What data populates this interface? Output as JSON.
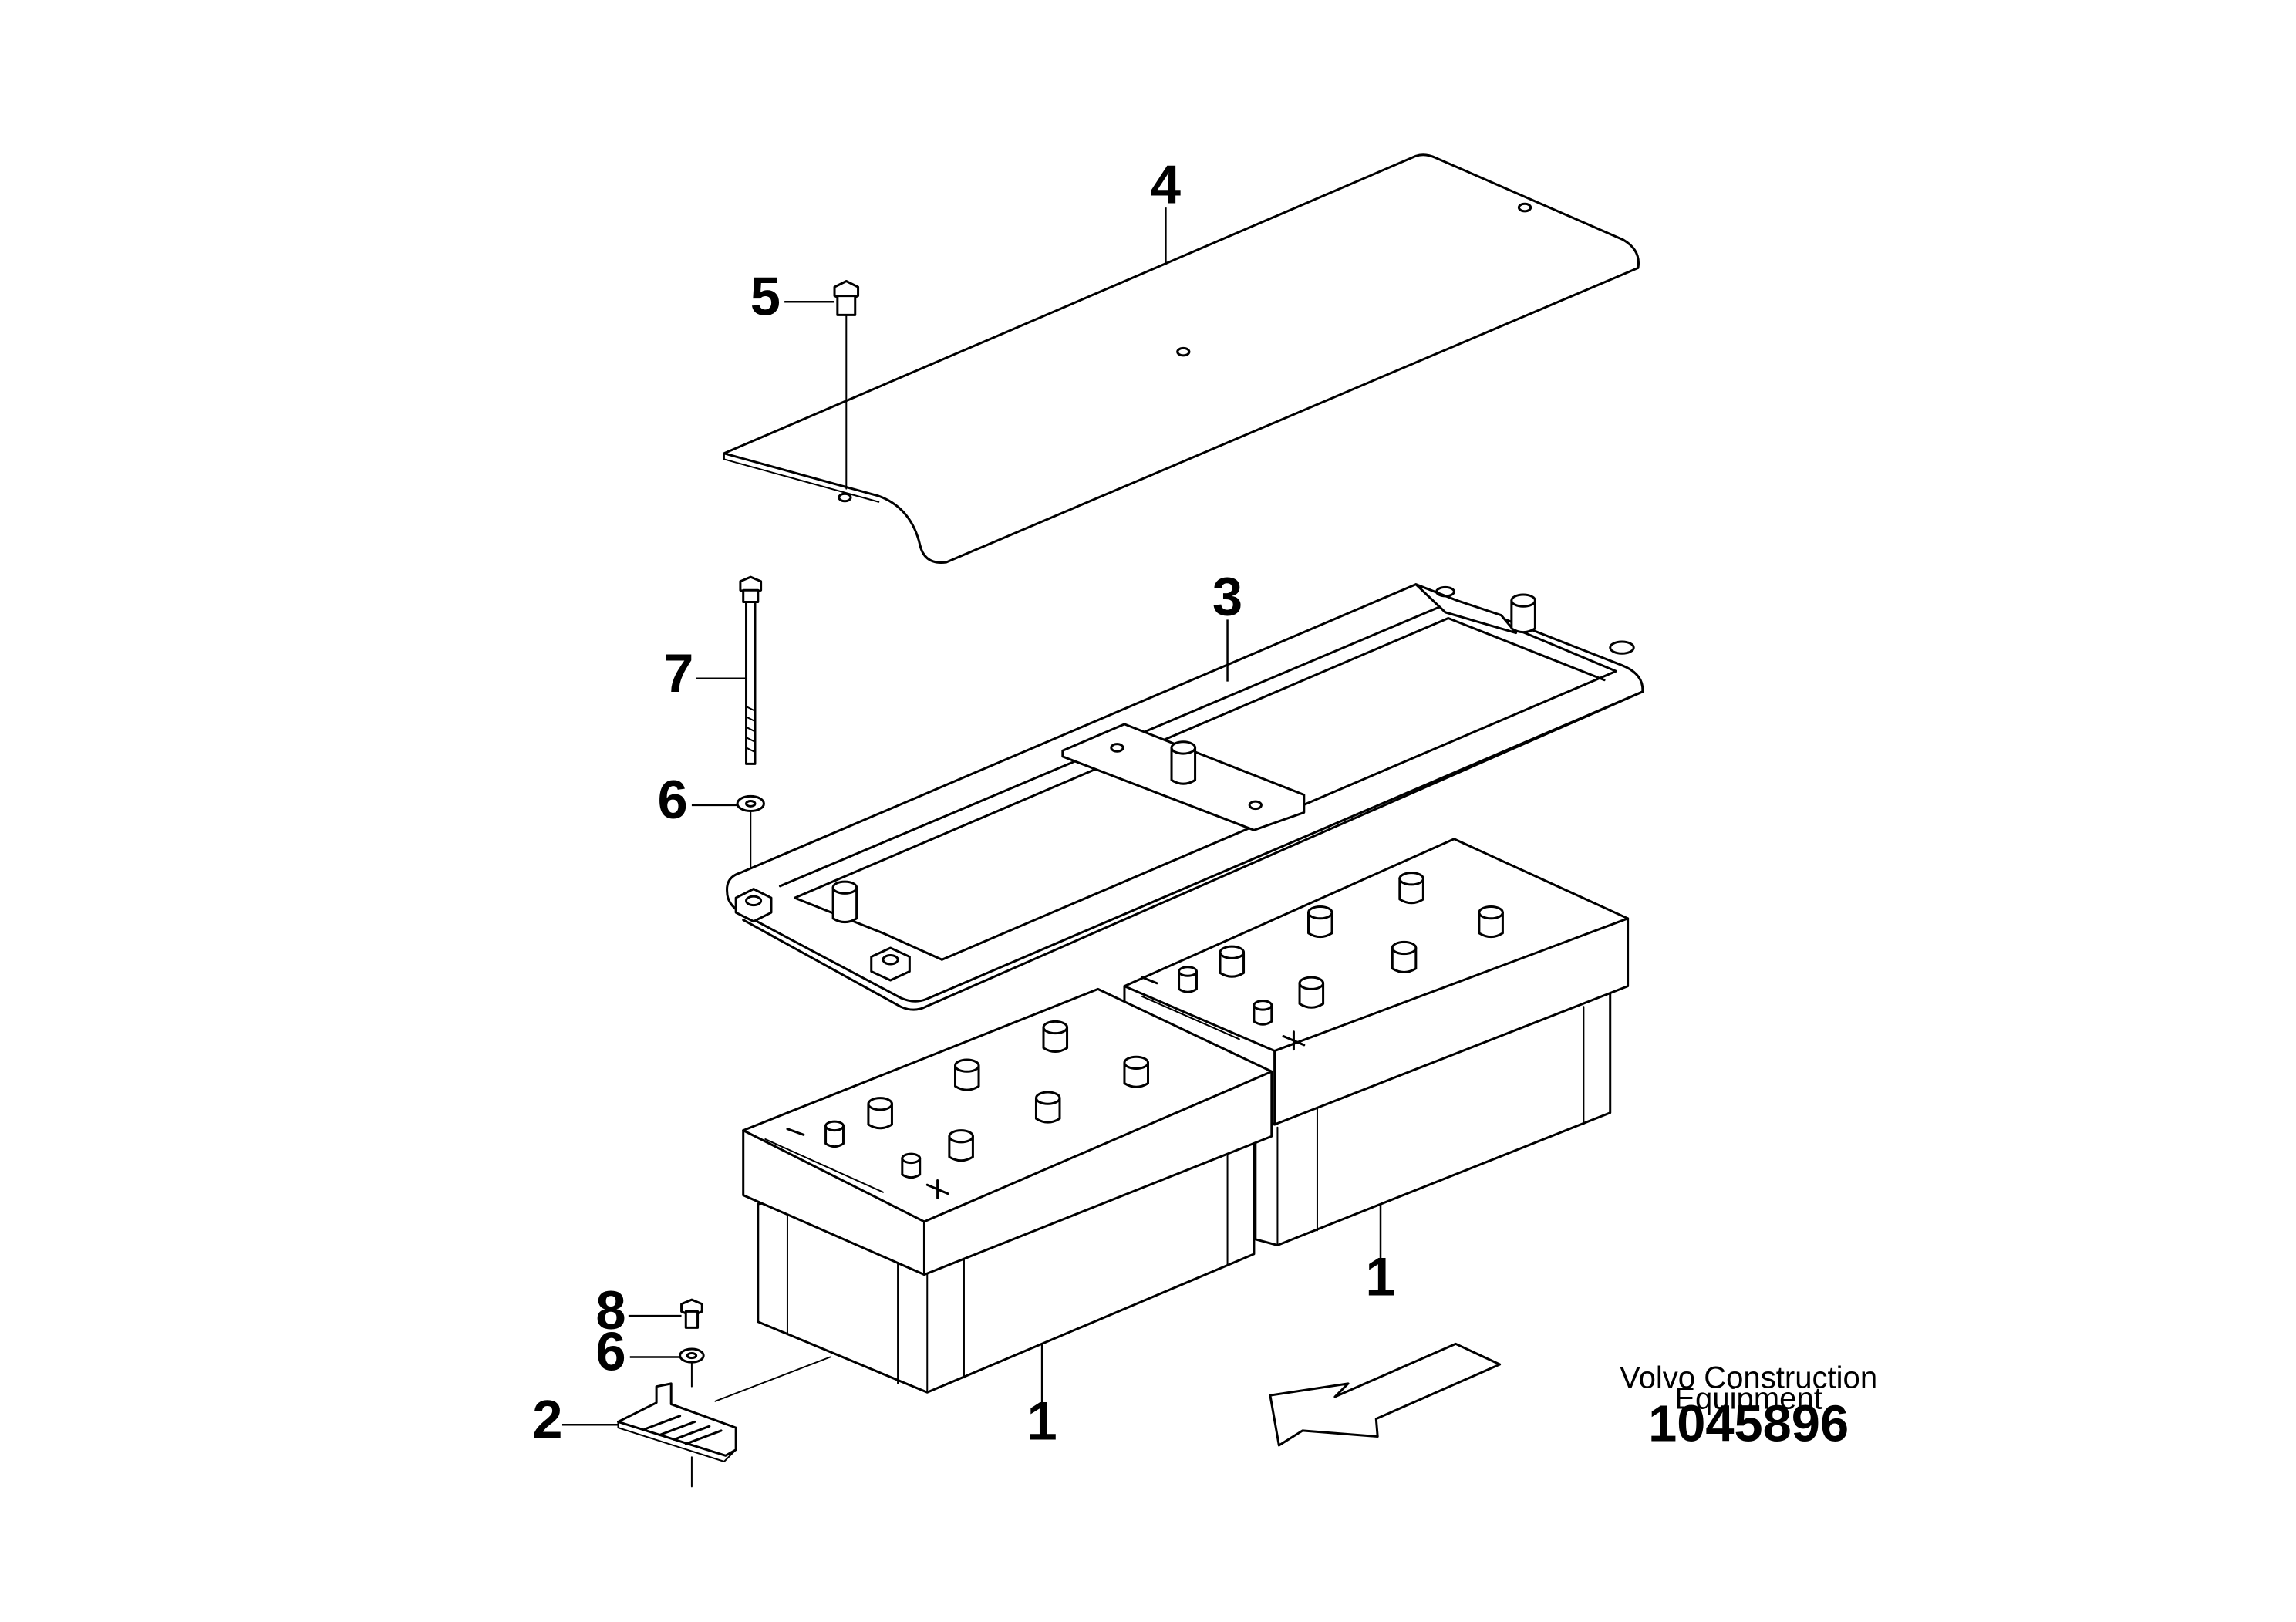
{
  "callouts": {
    "c4": "4",
    "c5": "5",
    "c3": "3",
    "c7": "7",
    "c6a": "6",
    "c8": "8",
    "c6b": "6",
    "c2": "2",
    "c1a": "1",
    "c1b": "1"
  },
  "footer": {
    "brand_line1": "Volvo Construction",
    "brand_line2": "Equipment",
    "part_number": "1045896"
  },
  "icons": [
    "direction-arrow-icon"
  ]
}
